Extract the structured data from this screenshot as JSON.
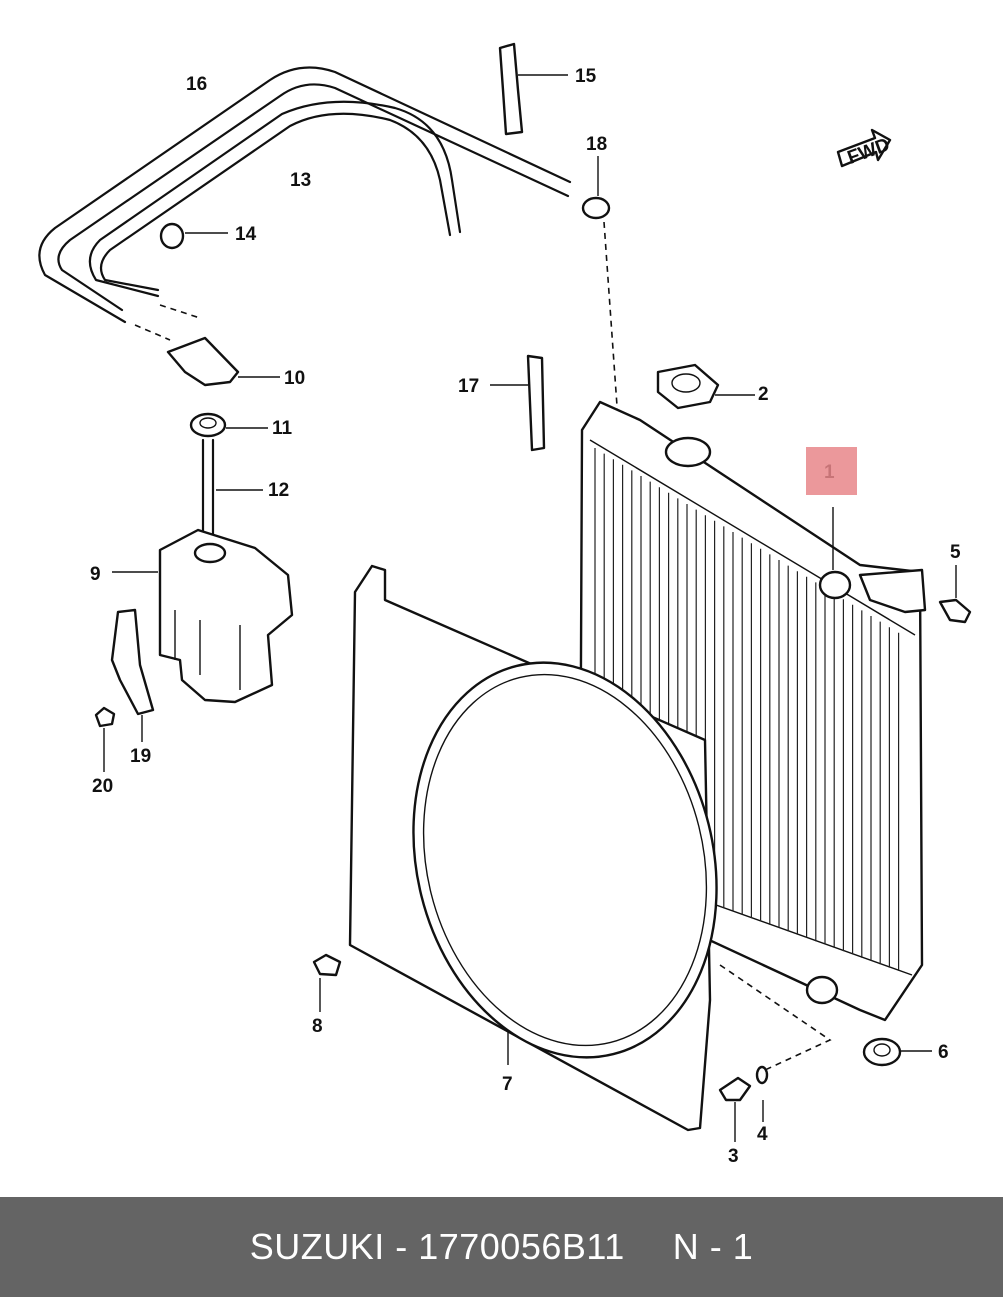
{
  "footer": {
    "brand_part": "SUZUKI - 1770056B11",
    "page_ref": "N - 1"
  },
  "diagram": {
    "fwd_label": "FWD",
    "highlight_color": "#e8868a",
    "callouts": [
      "1",
      "2",
      "3",
      "4",
      "5",
      "6",
      "7",
      "8",
      "9",
      "10",
      "11",
      "12",
      "13",
      "14",
      "15",
      "16",
      "17",
      "18",
      "19",
      "20"
    ]
  }
}
